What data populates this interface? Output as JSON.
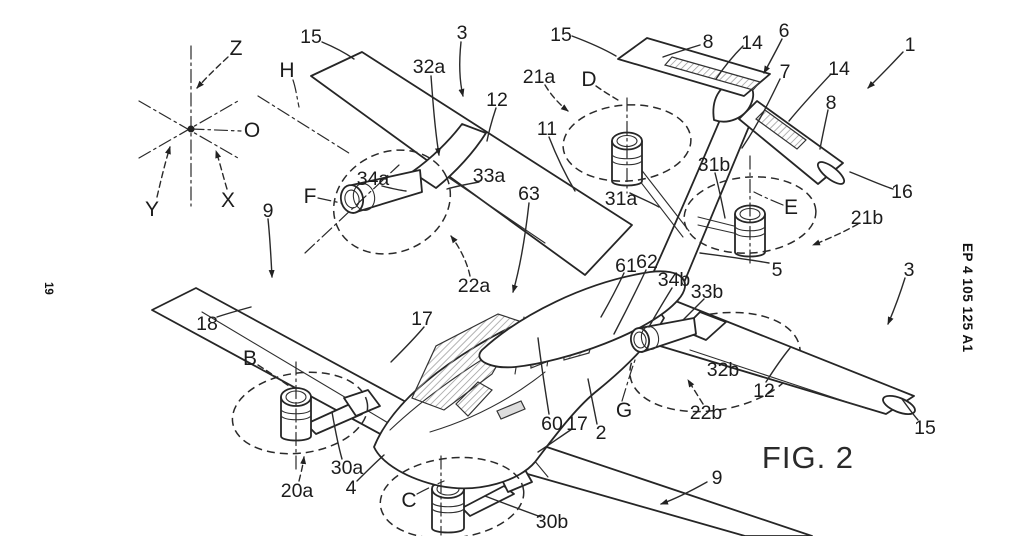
{
  "document": {
    "publication_number": "EP 4 105 125 A1",
    "page_number": "19",
    "figure_caption": "FIG. 2"
  },
  "axis_labels": {
    "z": "Z",
    "o": "O",
    "y": "Y",
    "x": "X"
  },
  "part_labels": {
    "n15a": "15",
    "nH": "H",
    "n32a": "32a",
    "n3a": "3",
    "n12a": "12",
    "n21a": "21a",
    "nD": "D",
    "n15b": "15",
    "n8a": "8",
    "n14a": "14",
    "n6": "6",
    "n7": "7",
    "n14b": "14",
    "n8b": "8",
    "n1": "1",
    "n16": "16",
    "n11": "11",
    "n63": "63",
    "n31a": "31a",
    "n31b": "31b",
    "nE": "E",
    "n21b": "21b",
    "n5": "5",
    "n3b": "3",
    "n9a": "9",
    "nF": "F",
    "n34a": "34a",
    "n33a": "33a",
    "n22a": "22a",
    "n18": "18",
    "nB": "B",
    "n17a": "17",
    "n61": "61",
    "n62": "62",
    "n34b": "34b",
    "n33b": "33b",
    "n32b": "32b",
    "n12b": "12",
    "n22b": "22b",
    "n15c": "15",
    "n30a": "30a",
    "n20a": "20a",
    "n4": "4",
    "n60": "60",
    "n17b": "17",
    "n2": "2",
    "nG": "G",
    "nC": "C",
    "n30b": "30b",
    "n9b": "9"
  }
}
